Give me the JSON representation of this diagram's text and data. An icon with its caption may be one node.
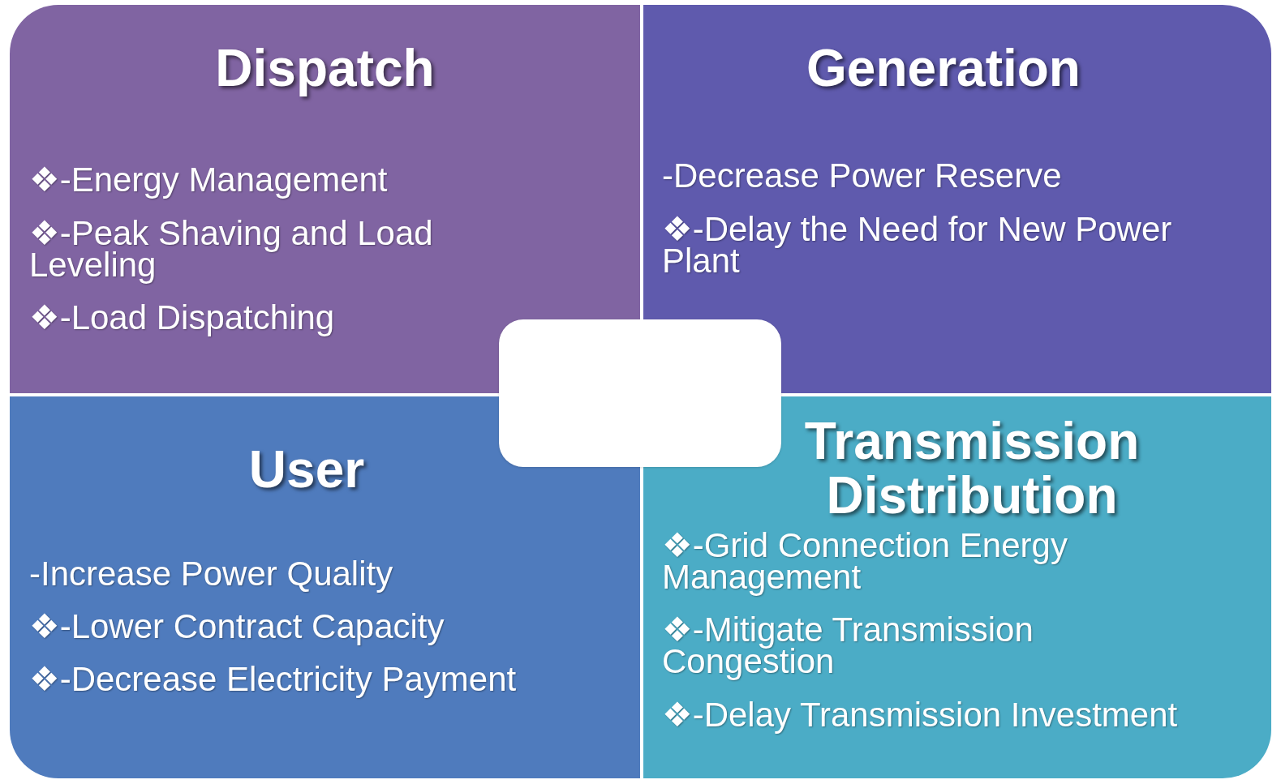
{
  "diagram": {
    "nodes": [
      {
        "text": [
          "Dispatch",
          "❖-Energy Management",
          "❖-Peak Shaving and Load Leveling",
          "❖-Load Dispatching"
        ]
      },
      {
        "text": [
          "Generation",
          "-Decrease Power Reserve",
          "❖-Delay the Need for New Power Plant"
        ]
      },
      {
        "text": [
          "User",
          "-Increase Power Quality",
          "❖-Lower Contract Capacity",
          "❖-Decrease Electricity Payment"
        ]
      },
      {
        "text": [
          "Transmission Distribution",
          "❖-Grid Connection Energy Management",
          "❖-Mitigate Transmission Congestion",
          "❖-Delay Transmission Investment"
        ]
      },
      {
        "text": [],
        "shape": "box"
      }
    ]
  }
}
